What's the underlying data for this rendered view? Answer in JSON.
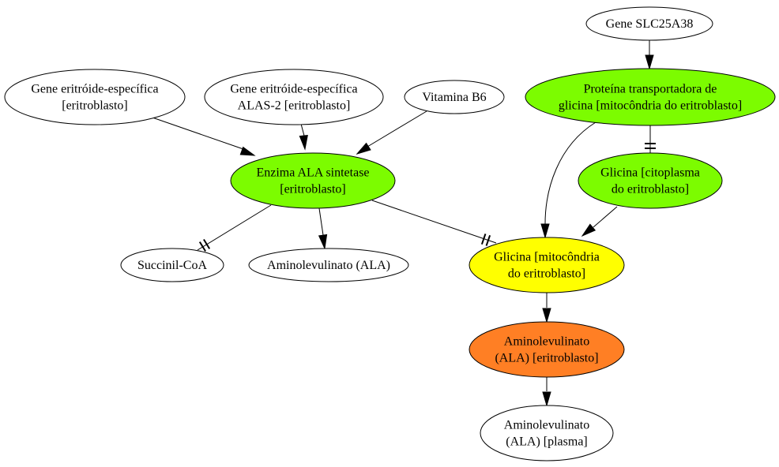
{
  "colors": {
    "white": "#ffffff",
    "green": "#7cfc00",
    "yellow": "#ffff00",
    "orange": "#ff7f24"
  },
  "nodes": [
    {
      "id": "gene-slc25a38",
      "lines": [
        "Gene SLC25A38"
      ],
      "fill": "white"
    },
    {
      "id": "gene-eritroide",
      "lines": [
        "Gene eritróide-específica",
        "[eritroblasto]"
      ],
      "fill": "white"
    },
    {
      "id": "gene-alas2",
      "lines": [
        "Gene eritróide-específica",
        "ALAS-2 [eritroblasto]"
      ],
      "fill": "white"
    },
    {
      "id": "vitamina-b6",
      "lines": [
        "Vitamina B6"
      ],
      "fill": "white"
    },
    {
      "id": "proteina-transportadora",
      "lines": [
        "Proteína transportadora de",
        "glicina [mitocôndria do eritroblasto]"
      ],
      "fill": "green"
    },
    {
      "id": "enzima-ala-sintetase",
      "lines": [
        "Enzima ALA sintetase",
        "[eritroblasto]"
      ],
      "fill": "green"
    },
    {
      "id": "glicina-citoplasma",
      "lines": [
        "Glicina [citoplasma",
        "do eritroblasto]"
      ],
      "fill": "green"
    },
    {
      "id": "succinil-coa",
      "lines": [
        "Succinil-CoA"
      ],
      "fill": "white"
    },
    {
      "id": "ala-plain",
      "lines": [
        "Aminolevulinato (ALA)"
      ],
      "fill": "white"
    },
    {
      "id": "glicina-mitocondria",
      "lines": [
        "Glicina [mitocôndria",
        "do eritroblasto]"
      ],
      "fill": "yellow"
    },
    {
      "id": "ala-eritroblasto",
      "lines": [
        "Aminolevulinato",
        "(ALA) [eritroblasto]"
      ],
      "fill": "orange"
    },
    {
      "id": "ala-plasma",
      "lines": [
        "Aminolevulinato",
        "(ALA) [plasma]"
      ],
      "fill": "white"
    }
  ],
  "edges": [
    {
      "from": "gene-slc25a38",
      "to": "proteina-transportadora",
      "type": "arrow"
    },
    {
      "from": "gene-eritroide",
      "to": "enzima-ala-sintetase",
      "type": "arrow"
    },
    {
      "from": "gene-alas2",
      "to": "enzima-ala-sintetase",
      "type": "arrow"
    },
    {
      "from": "vitamina-b6",
      "to": "enzima-ala-sintetase",
      "type": "arrow"
    },
    {
      "from": "proteina-transportadora",
      "to": "glicina-citoplasma",
      "type": "tee"
    },
    {
      "from": "proteina-transportadora",
      "to": "glicina-mitocondria",
      "type": "arrow"
    },
    {
      "from": "glicina-citoplasma",
      "to": "glicina-mitocondria",
      "type": "arrow"
    },
    {
      "from": "enzima-ala-sintetase",
      "to": "succinil-coa",
      "type": "tee"
    },
    {
      "from": "enzima-ala-sintetase",
      "to": "ala-plain",
      "type": "arrow"
    },
    {
      "from": "enzima-ala-sintetase",
      "to": "glicina-mitocondria",
      "type": "tee"
    },
    {
      "from": "glicina-mitocondria",
      "to": "ala-eritroblasto",
      "type": "arrow"
    },
    {
      "from": "ala-eritroblasto",
      "to": "ala-plasma",
      "type": "arrow"
    }
  ]
}
